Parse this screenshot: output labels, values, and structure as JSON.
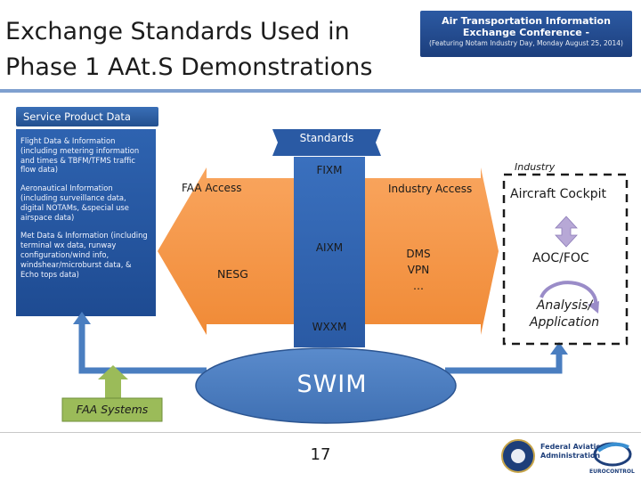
{
  "slide": {
    "title_line1": "Exchange Standards Used in",
    "title_line2": "Phase 1 AAt.S Demonstrations",
    "banner_line1": "Air Transportation Information",
    "banner_line2": "Exchange Conference -",
    "banner_line3": "(Featuring Notam Industry Day, Monday August 25, 2014)",
    "page_number": "17"
  },
  "service_product_data": {
    "header": "Service Product Data",
    "entries": [
      "Flight Data & Information (including metering information and times & TBFM/TFMS traffic flow data)",
      "Aeronautical Information (including surveillance data, digital NOTAMs, &special use airspace data)",
      "Met Data & Information (including terminal wx data, runway configuration/wind info, windshear/microburst data, & Echo tops data)"
    ]
  },
  "diagram": {
    "standards": "Standards",
    "fixm": "FIXM",
    "aixm": "AIXM",
    "wxxm": "WXXM",
    "faa_access": "FAA Access",
    "nesg": "NESG",
    "industry_access": "Industry Access",
    "dms": "DMS",
    "vpn": "VPN",
    "ellipsis": "…",
    "swim": "SWIM",
    "faa_systems": "FAA Systems"
  },
  "industry": {
    "header": "Industry",
    "cockpit": "Aircraft Cockpit",
    "aoc_foc": "AOC/FOC",
    "analysis_line1": "Analysis/",
    "analysis_line2": "Application"
  },
  "footer": {
    "faa_line1": "Federal Aviation",
    "faa_line2": "Administration",
    "eurocontrol": "EUROCONTROL"
  },
  "colors": {
    "orange": "#f79646",
    "blue": "#2e63b0",
    "swim_fill": "#4f81bd",
    "green": "#9bbb59",
    "arrow_blue": "#4a7ec0",
    "lavender": "#b7a8d6"
  }
}
